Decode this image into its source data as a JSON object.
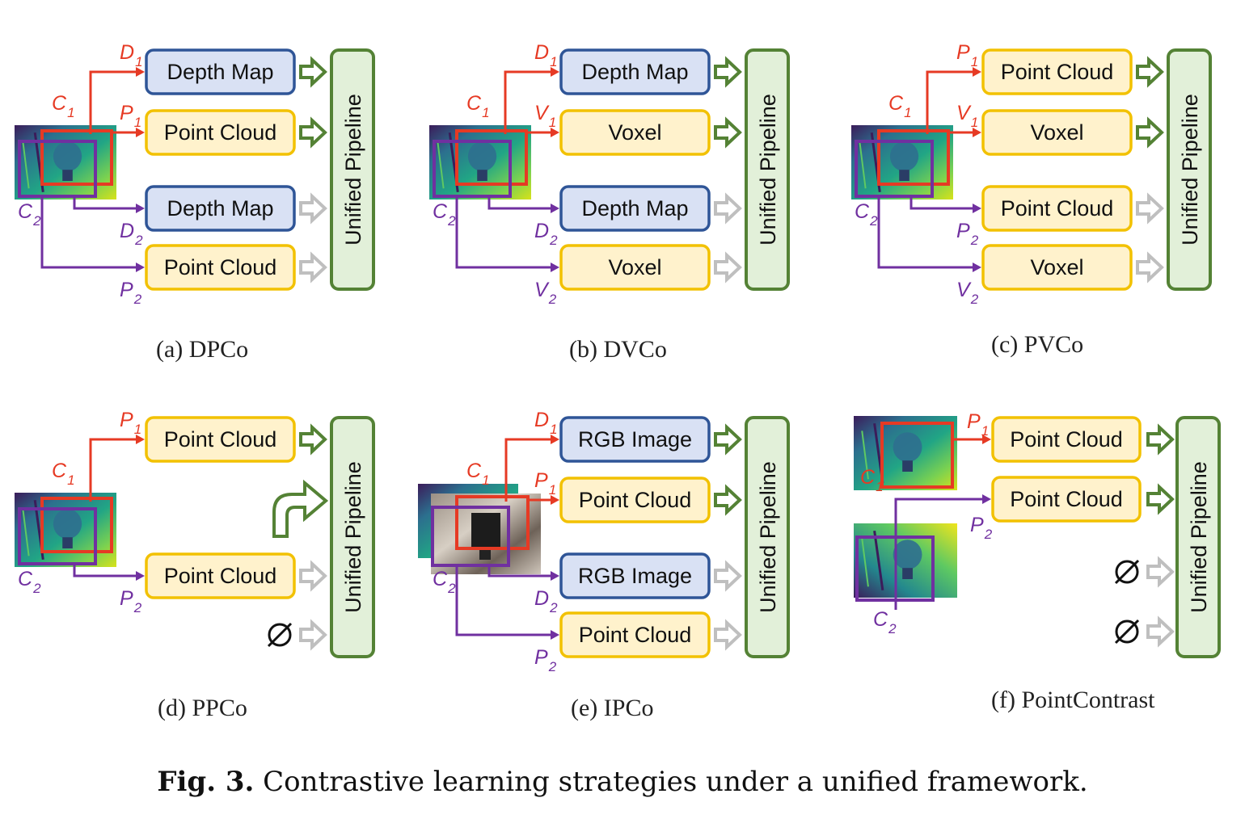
{
  "figure_caption": {
    "label": "Fig. 3.",
    "text": "Contrastive learning strategies under a unified framework."
  },
  "colors": {
    "view1": "#e63a24",
    "view2": "#7030a0",
    "depth_fill": "#d9e1f4",
    "depth_border": "#2f5597",
    "point_fill": "#fff2cc",
    "point_border": "#f2c100",
    "pipe_fill": "#e2f0d9",
    "pipe_border": "#548235",
    "arrow_active": "#548235",
    "arrow_inactive": "#bfbfbf"
  },
  "panels": [
    {
      "caption": "(a) DPCo",
      "pipeline": "Unified Pipeline",
      "views": [
        {
          "letter": "C",
          "sub": "1"
        },
        {
          "letter": "C",
          "sub": "2"
        }
      ],
      "rows": [
        {
          "box": "Depth Map",
          "kind": "depth",
          "in": {
            "letter": "D",
            "sub": "1"
          },
          "arrow": "active"
        },
        {
          "box": "Point Cloud",
          "kind": "point",
          "in": {
            "letter": "P",
            "sub": "1"
          },
          "arrow": "active"
        },
        {
          "box": "Depth Map",
          "kind": "depth",
          "in": {
            "letter": "D",
            "sub": "2"
          },
          "arrow": "inactive"
        },
        {
          "box": "Point Cloud",
          "kind": "point",
          "in": {
            "letter": "P",
            "sub": "2"
          },
          "arrow": "inactive"
        }
      ]
    },
    {
      "caption": "(b) DVCo",
      "pipeline": "Unified Pipeline",
      "views": [
        {
          "letter": "C",
          "sub": "1"
        },
        {
          "letter": "C",
          "sub": "2"
        }
      ],
      "rows": [
        {
          "box": "Depth Map",
          "kind": "depth",
          "in": {
            "letter": "D",
            "sub": "1"
          },
          "arrow": "active"
        },
        {
          "box": "Voxel",
          "kind": "point",
          "in": {
            "letter": "V",
            "sub": "1"
          },
          "arrow": "active"
        },
        {
          "box": "Depth Map",
          "kind": "depth",
          "in": {
            "letter": "D",
            "sub": "2"
          },
          "arrow": "inactive"
        },
        {
          "box": "Voxel",
          "kind": "point",
          "in": {
            "letter": "V",
            "sub": "2"
          },
          "arrow": "inactive"
        }
      ]
    },
    {
      "caption": "(c) PVCo",
      "pipeline": "Unified Pipeline",
      "views": [
        {
          "letter": "C",
          "sub": "1"
        },
        {
          "letter": "C",
          "sub": "2"
        }
      ],
      "rows": [
        {
          "box": "Point Cloud",
          "kind": "point",
          "in": {
            "letter": "P",
            "sub": "1"
          },
          "arrow": "active"
        },
        {
          "box": "Voxel",
          "kind": "point",
          "in": {
            "letter": "V",
            "sub": "1"
          },
          "arrow": "active"
        },
        {
          "box": "Point Cloud",
          "kind": "point",
          "in": {
            "letter": "P",
            "sub": "2"
          },
          "arrow": "inactive"
        },
        {
          "box": "Voxel",
          "kind": "point",
          "in": {
            "letter": "V",
            "sub": "2"
          },
          "arrow": "inactive"
        }
      ]
    },
    {
      "caption": "(d) PPCo",
      "pipeline": "Unified Pipeline",
      "views": [
        {
          "letter": "C",
          "sub": "1"
        },
        {
          "letter": "C",
          "sub": "2"
        }
      ],
      "rows": [
        {
          "box": "Point Cloud",
          "kind": "point",
          "in": {
            "letter": "P",
            "sub": "1"
          },
          "arrow": "active"
        },
        {
          "box": null,
          "arrow": "bent"
        },
        {
          "box": "Point Cloud",
          "kind": "point",
          "in": {
            "letter": "P",
            "sub": "2"
          },
          "arrow": "inactive"
        },
        {
          "box": null,
          "arrow": "empty"
        }
      ]
    },
    {
      "caption": "(e) IPCo",
      "pipeline": "Unified Pipeline",
      "views": [
        {
          "letter": "C",
          "sub": "1"
        },
        {
          "letter": "C",
          "sub": "2"
        }
      ],
      "rows": [
        {
          "box": "RGB Image",
          "kind": "depth",
          "in": {
            "letter": "D",
            "sub": "1"
          },
          "arrow": "active"
        },
        {
          "box": "Point Cloud",
          "kind": "point",
          "in": {
            "letter": "P",
            "sub": "1"
          },
          "arrow": "active"
        },
        {
          "box": "RGB Image",
          "kind": "depth",
          "in": {
            "letter": "D",
            "sub": "2"
          },
          "arrow": "inactive"
        },
        {
          "box": "Point Cloud",
          "kind": "point",
          "in": {
            "letter": "P",
            "sub": "2"
          },
          "arrow": "inactive"
        }
      ]
    },
    {
      "caption": "(f) PointContrast",
      "pipeline": "Unified Pipeline",
      "views": [
        {
          "letter": "C",
          "sub": "1"
        },
        {
          "letter": "C",
          "sub": "2"
        }
      ],
      "rows": [
        {
          "box": "Point Cloud",
          "kind": "point",
          "in": {
            "letter": "P",
            "sub": "1"
          },
          "arrow": "active"
        },
        {
          "box": "Point Cloud",
          "kind": "point",
          "in": {
            "letter": "P",
            "sub": "2"
          },
          "arrow": "active"
        },
        {
          "box": null,
          "arrow": "empty"
        },
        {
          "box": null,
          "arrow": "empty"
        }
      ]
    }
  ]
}
